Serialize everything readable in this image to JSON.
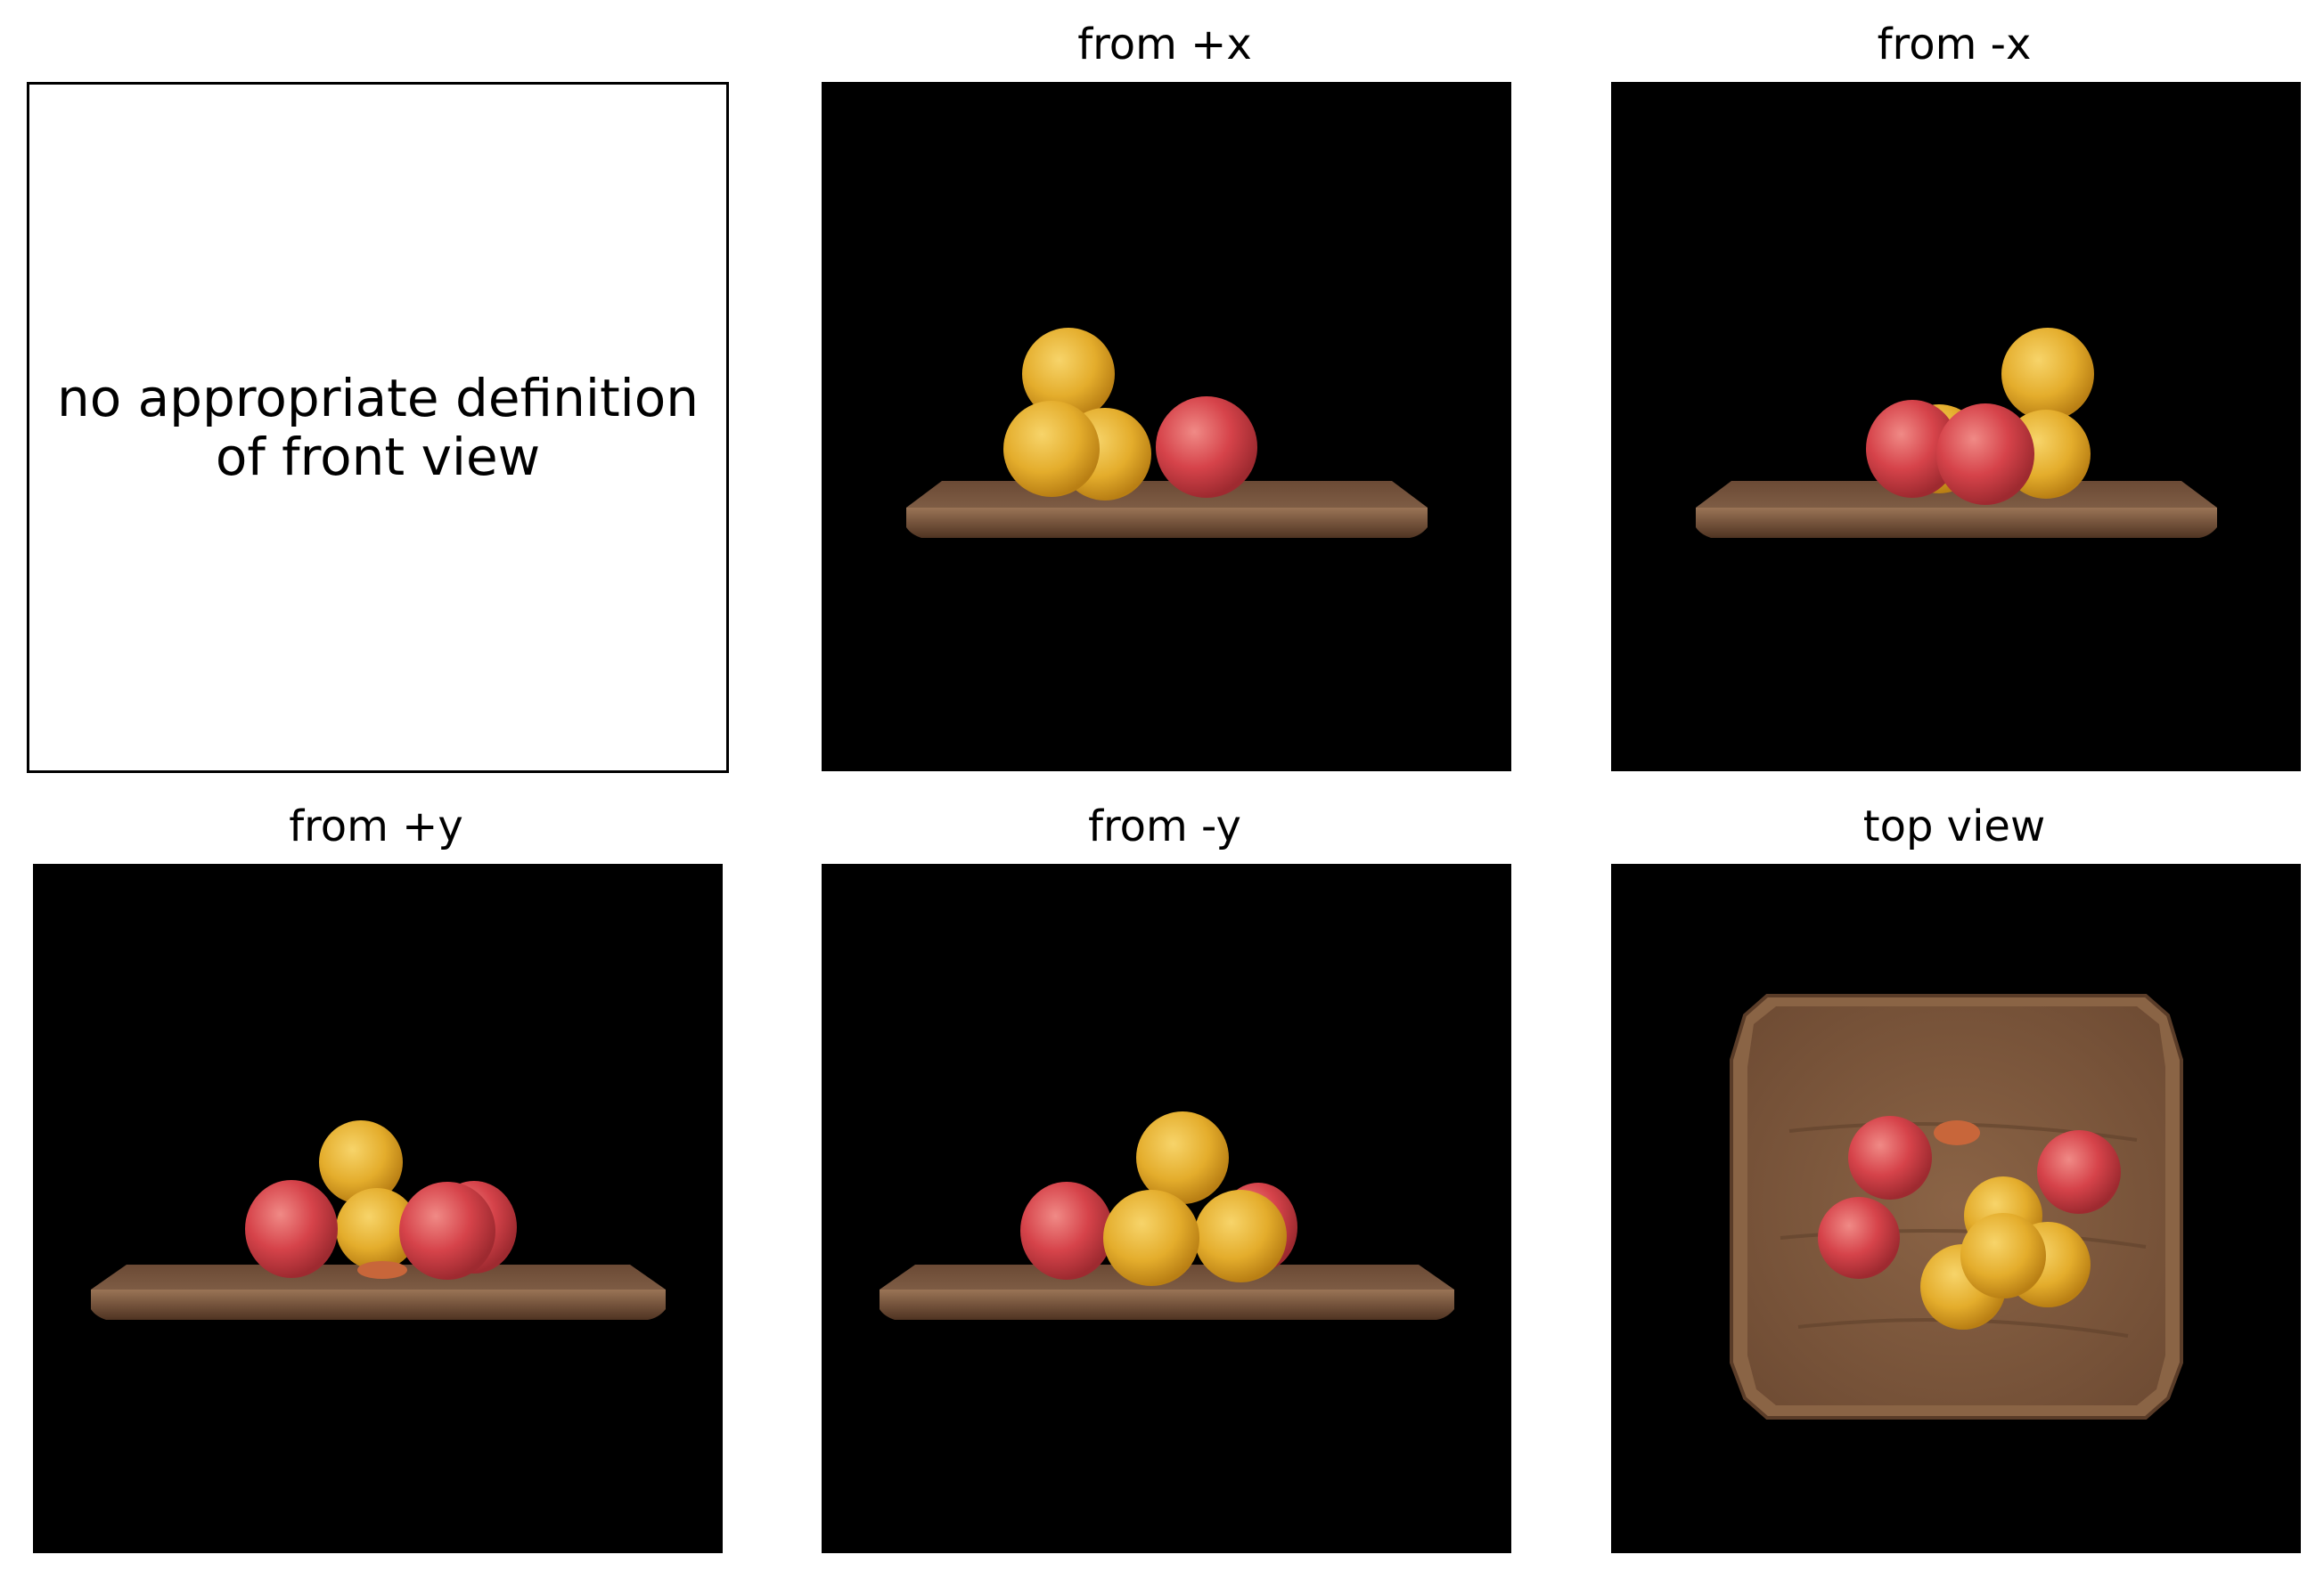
{
  "panels": {
    "front": {
      "note": "no appropriate definition\nof front view"
    },
    "pos_x": {
      "title": "from +x"
    },
    "neg_x": {
      "title": "from -x"
    },
    "pos_y": {
      "title": "from +y"
    },
    "neg_y": {
      "title": "from -y"
    },
    "top": {
      "title": "top view"
    }
  },
  "colors": {
    "background": "#000000",
    "wood": "#7a5236",
    "orange": "#e8b530",
    "apple": "#d8464a"
  }
}
